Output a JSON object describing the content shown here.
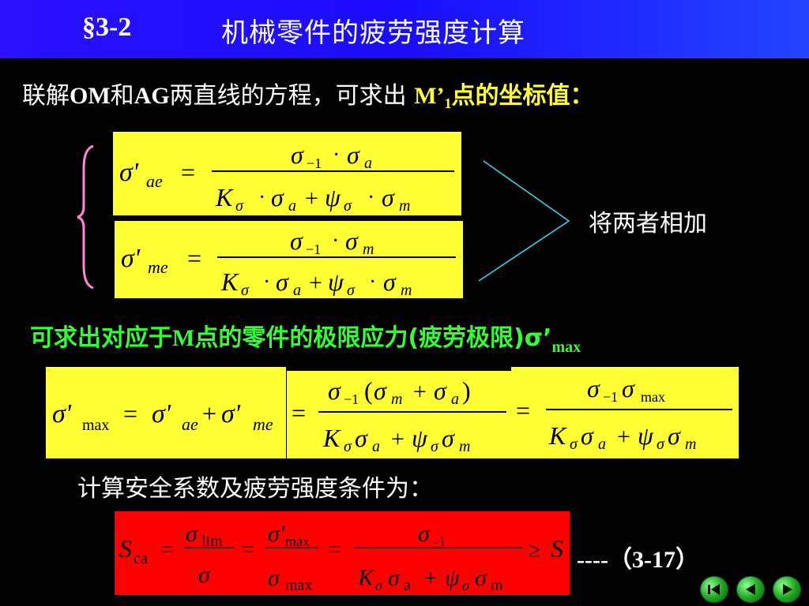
{
  "header": {
    "section": "§3-2",
    "title": "机械零件的疲劳强度计算"
  },
  "intro": {
    "text_a": "联解",
    "om": "OM",
    "text_b": "和",
    "ag": "AG",
    "text_c": "两直线的方程，可求出 ",
    "point": "M’",
    "point_sub": "1",
    "point_rest": "点的坐标值："
  },
  "add_label": "将两者相加",
  "limit_text": {
    "main": "可求出对应于",
    "m": "M",
    "rest": "点的零件的极限应力(疲劳极限)σ’",
    "sub": "max"
  },
  "safety_text": "计算安全系数及疲劳强度条件为：",
  "equation_number": "----（3-17）",
  "colors": {
    "header_blue": "#1a0cff",
    "formula_yellow": "#ffff33",
    "formula_red": "#ff0000",
    "green_text": "#33ff33",
    "brace_pink": "#ff88dd",
    "arrow_cyan": "#33ddee"
  },
  "nav": {
    "first": "first-slide-icon",
    "prev": "prev-slide-icon",
    "next": "next-slide-icon"
  }
}
